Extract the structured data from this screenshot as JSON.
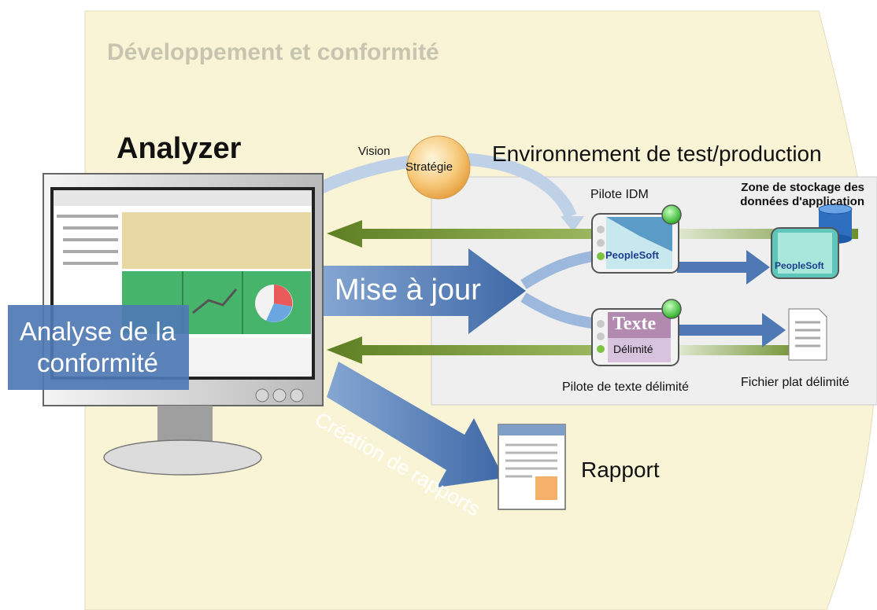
{
  "diagram": {
    "title": "Développement et conformité",
    "analyzer_label": "Analyzer",
    "environment_title": "Environnement de test/production",
    "vision_label": "Vision",
    "strategy_label": "Stratégie",
    "idm_driver_label": "Pilote IDM",
    "app_store_label": "Zone de stockage des données d'application",
    "update_label": "Mise à jour",
    "compliance_label": "Analyse de la conformité",
    "delimited_driver_label": "Pilote de texte délimité",
    "flat_file_label": "Fichier plat délimité",
    "report_label": "Rapport",
    "reporting_label": "Création de rapports",
    "peoplesoft_logo": "PeopleSoft",
    "text_word": "Texte",
    "delimited_word": "Délimité"
  },
  "colors": {
    "background_panel": "#faf4d6",
    "env_panel": "#eeeeee",
    "green_arrow": "#6e8f2e",
    "blue_arrow": "#4f79b4",
    "status_light": "#3fcf3a"
  },
  "icons": [
    "monitor-icon",
    "strategy-sphere-icon",
    "peoplesoft-driver-icon",
    "database-icon",
    "text-driver-icon",
    "document-icon",
    "report-icon",
    "status-light-icon"
  ]
}
